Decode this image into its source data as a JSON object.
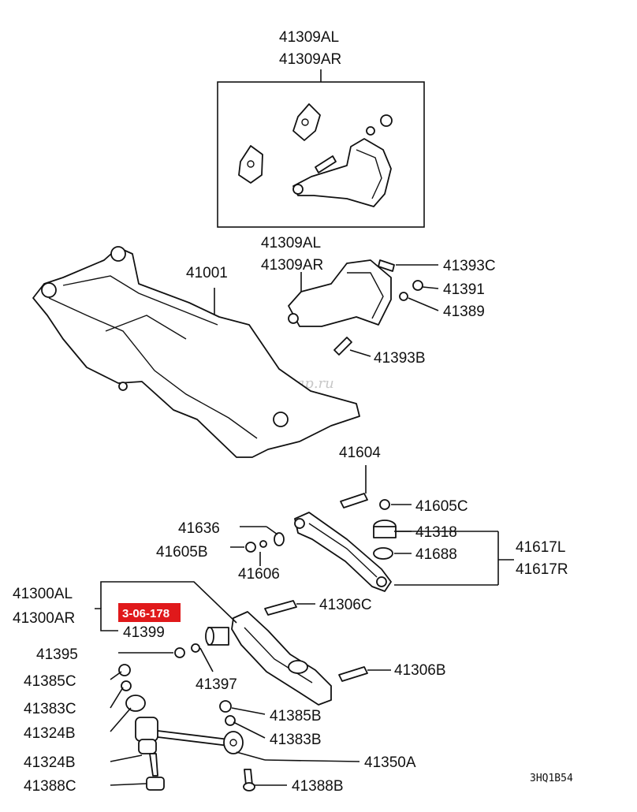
{
  "diagram": {
    "watermark": "www.polyzap.ru",
    "code": "3HQ1B54",
    "accent_color": "#e0191b",
    "labels": {
      "l_41309al_top": "41309AL",
      "l_41309ar_top": "41309AR",
      "l_41309al_mid": "41309AL",
      "l_41309ar_mid": "41309AR",
      "l_41001": "41001",
      "l_41393c": "41393C",
      "l_41391": "41391",
      "l_41389": "41389",
      "l_41393b": "41393B",
      "l_41604": "41604",
      "l_41605c": "41605C",
      "l_41636": "41636",
      "l_41318": "41318",
      "l_41605b": "41605B",
      "l_41688": "41688",
      "l_41617l": "41617L",
      "l_41617r": "41617R",
      "l_41606": "41606",
      "l_41300al": "41300AL",
      "l_41300ar": "41300AR",
      "l_41306c": "41306C",
      "l_ref": "3-06-178",
      "l_41399": "41399",
      "l_41395": "41395",
      "l_41397": "41397",
      "l_41306b": "41306B",
      "l_41385c": "41385C",
      "l_41383c": "41383C",
      "l_41385b": "41385B",
      "l_41324b_a": "41324B",
      "l_41383b": "41383B",
      "l_41324b_b": "41324B",
      "l_41350a": "41350A",
      "l_41388c": "41388C",
      "l_41388b": "41388B"
    }
  }
}
